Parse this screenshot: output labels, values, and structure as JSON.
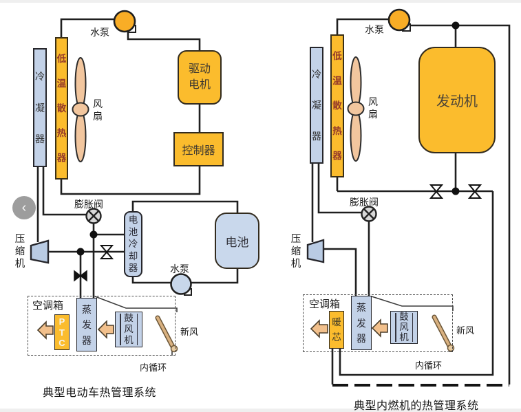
{
  "nav": {
    "prev_icon": "‹"
  },
  "colors": {
    "box_orange": "#FBBC2D",
    "box_blue": "#C3D2E8",
    "radiator_text": "#94392a",
    "pipe": "#1f1f1f"
  },
  "left_diagram": {
    "title": "典型电动车热管理系统",
    "components": {
      "condenser": "冷凝器",
      "radiator": "低温散热器",
      "drive_motor": "驱动\n电机",
      "controller": "控制器",
      "battery_cooler": "电池冷却器",
      "battery": "电池",
      "ptc": "PTC",
      "evaporator": "蒸发器",
      "blower": "鼓风机"
    },
    "labels": {
      "pump_top": "水泵",
      "fan": "风扇",
      "expansion_valve": "膨胀阀",
      "compressor": "压缩机",
      "pump_bottom": "水泵",
      "hvac_box": "空调箱",
      "fresh_air": "新风",
      "recirculation": "内循环"
    }
  },
  "right_diagram": {
    "title": "典型内燃机的热管理系统",
    "components": {
      "condenser": "冷凝器",
      "radiator": "低温散热器",
      "engine": "发动机",
      "heater_core": "暖芯",
      "evaporator": "蒸发器",
      "blower": "鼓风机"
    },
    "labels": {
      "pump_top": "水泵",
      "fan": "风扇",
      "expansion_valve": "膨胀阀",
      "compressor": "压缩机",
      "hvac_box": "空调箱",
      "fresh_air": "新风",
      "recirculation": "内循环"
    }
  }
}
